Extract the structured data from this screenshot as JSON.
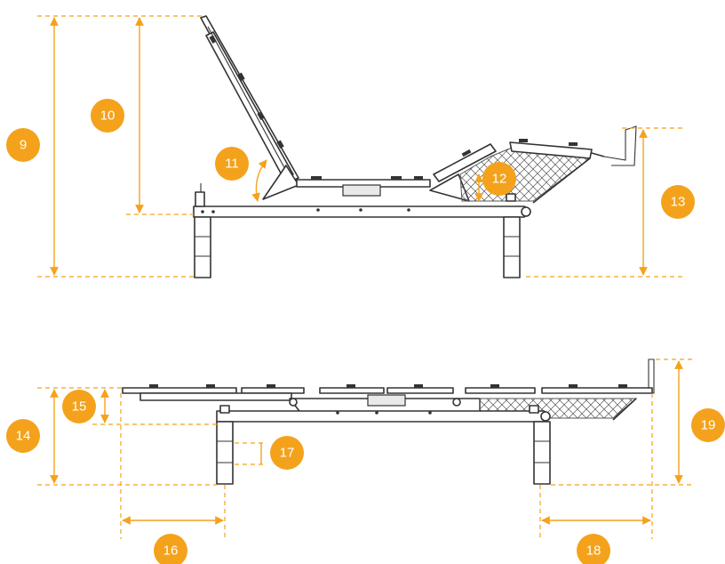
{
  "diagram": {
    "accent_color": "#f4a21c",
    "line_color": "#333333",
    "callouts": {
      "c9": "9",
      "c10": "10",
      "c11": "11",
      "c12": "12",
      "c13": "13",
      "c14": "14",
      "c15": "15",
      "c16": "16",
      "c17": "17",
      "c18": "18",
      "c19": "19"
    }
  }
}
